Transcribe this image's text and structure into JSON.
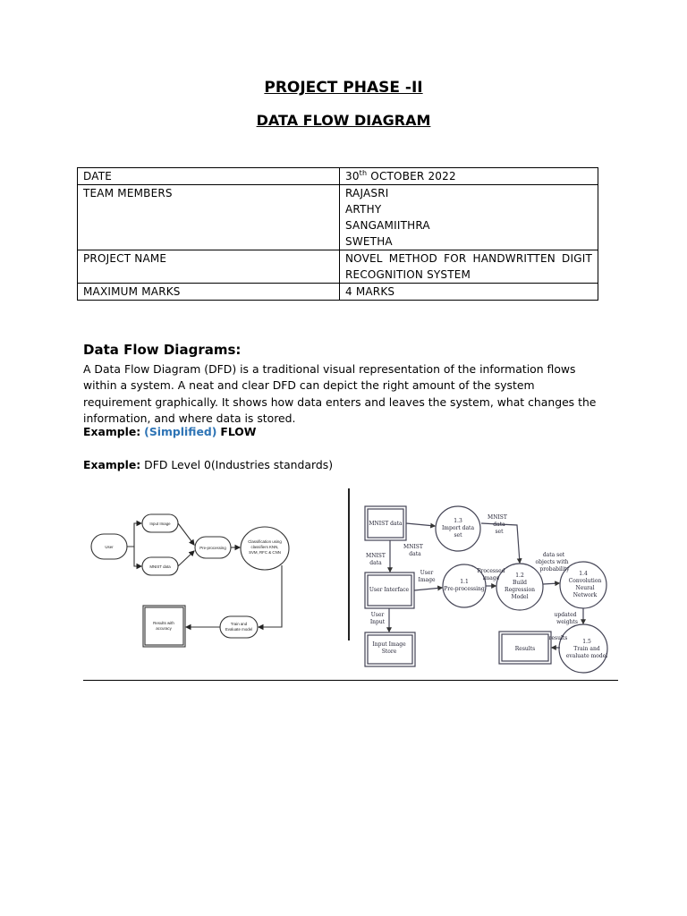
{
  "header": {
    "phase": "PROJECT PHASE -II",
    "subtitle": "DATA FLOW DIAGRAM"
  },
  "info_table": {
    "date_label": "DATE",
    "date_day": "30",
    "date_sup": "th",
    "date_rest": " OCTOBER 2022",
    "team_label": "TEAM MEMBERS",
    "team": [
      "RAJASRI",
      "ARTHY",
      "SANGAMIITHRA",
      "SWETHA"
    ],
    "project_label": "PROJECT NAME",
    "project_name": "NOVEL METHOD FOR HANDWRITTEN DIGIT RECOGNITION SYSTEM",
    "marks_label": "MAXIMUM MARKS",
    "marks_value": "4 MARKS"
  },
  "section": {
    "heading": "Data Flow Diagrams:",
    "paragraph": "A Data Flow Diagram (DFD) is a traditional visual representation of the information flows within a system. A neat and clear DFD can depict the right amount of the system requirement graphically. It shows how data enters and leaves the system, what changes the information, and where data is stored.",
    "example1_label": "Example:",
    "example1_highlight": "(Simplified)",
    "example1_tail": "FLOW",
    "example2_label": "Example:",
    "example2_text": "DFD Level 0(Industries standards)"
  },
  "simplified_diagram": {
    "user": "User",
    "input_image": "Input Image",
    "mnist_data": "MNIST data",
    "preprocessing": "Pre-processing",
    "classification": [
      "Classification using",
      "classifiers KNN,",
      "SVM, RFC & CNN"
    ],
    "results": [
      "Results with",
      "accuracy"
    ],
    "train": [
      "Train and",
      "Evaluate model"
    ]
  },
  "level0_diagram": {
    "mnist_store": "MNIST data",
    "p13": [
      "1.3",
      "Import data",
      "set"
    ],
    "mnist_dataset_flow": [
      "MNIST",
      "data",
      "set"
    ],
    "mnist_data_flow1": [
      "MNIST",
      "data"
    ],
    "mnist_data_flow2": [
      "MNIST",
      "data"
    ],
    "user_image_flow": [
      "User",
      "Image"
    ],
    "user_interface": "User Interface",
    "p11": [
      "1.1",
      "Pre-processing"
    ],
    "processed_image_flow": [
      "Processed",
      "image"
    ],
    "p12": [
      "1.2",
      "Build",
      "Regression",
      "Model"
    ],
    "dataset_objects_flow": [
      "data set",
      "objects with",
      "probability"
    ],
    "p14": [
      "1.4",
      "Convolution",
      "Neural",
      "Network"
    ],
    "updated_weights_flow": [
      "updated",
      "weights"
    ],
    "user_input_flow": [
      "User",
      "Input"
    ],
    "input_store": [
      "Input Image",
      "Store"
    ],
    "results": "Results",
    "results_flow": "results",
    "p15": [
      "1.5",
      "Train and",
      "evaluate model"
    ]
  }
}
